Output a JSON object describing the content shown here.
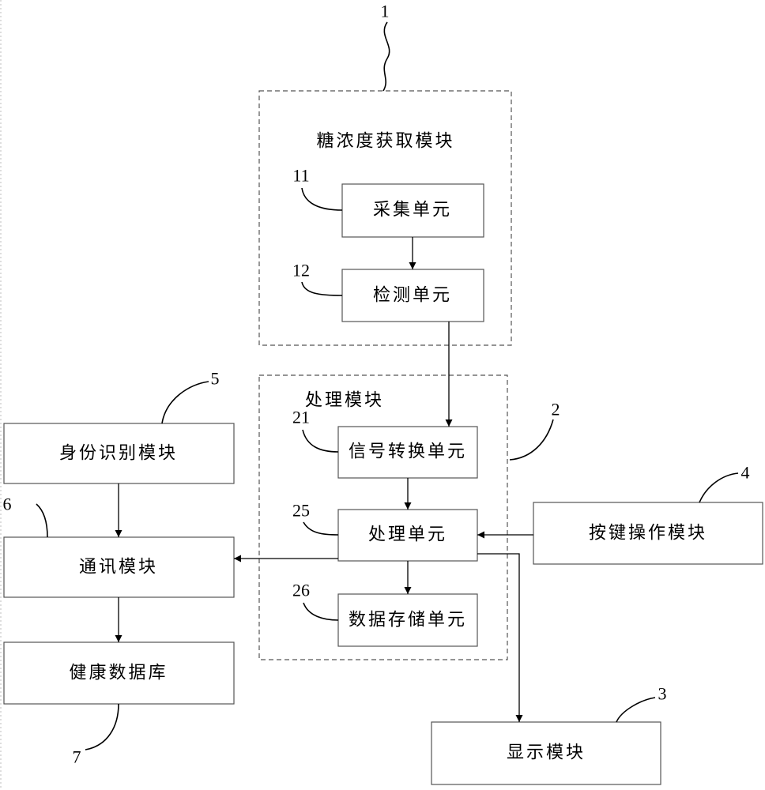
{
  "modules": {
    "glucose": {
      "label": "糖浓度获取模块",
      "ref": "1"
    },
    "acquisition": {
      "label": "采集单元",
      "ref": "11"
    },
    "detection": {
      "label": "检测单元",
      "ref": "12"
    },
    "processing": {
      "label": "处理模块",
      "ref": "2"
    },
    "signal_conversion": {
      "label": "信号转换单元",
      "ref": "21"
    },
    "processing_unit": {
      "label": "处理单元",
      "ref": "25"
    },
    "data_storage": {
      "label": "数据存储单元",
      "ref": "26"
    },
    "display": {
      "label": "显示模块",
      "ref": "3"
    },
    "key_operation": {
      "label": "按键操作模块",
      "ref": "4"
    },
    "identity": {
      "label": "身份识别模块",
      "ref": "5"
    },
    "communication": {
      "label": "通讯模块",
      "ref": "6"
    },
    "health_db": {
      "label": "健康数据库",
      "ref": "7"
    }
  },
  "colors": {
    "stroke": "#000000",
    "box": "#555555",
    "background": "#ffffff"
  }
}
